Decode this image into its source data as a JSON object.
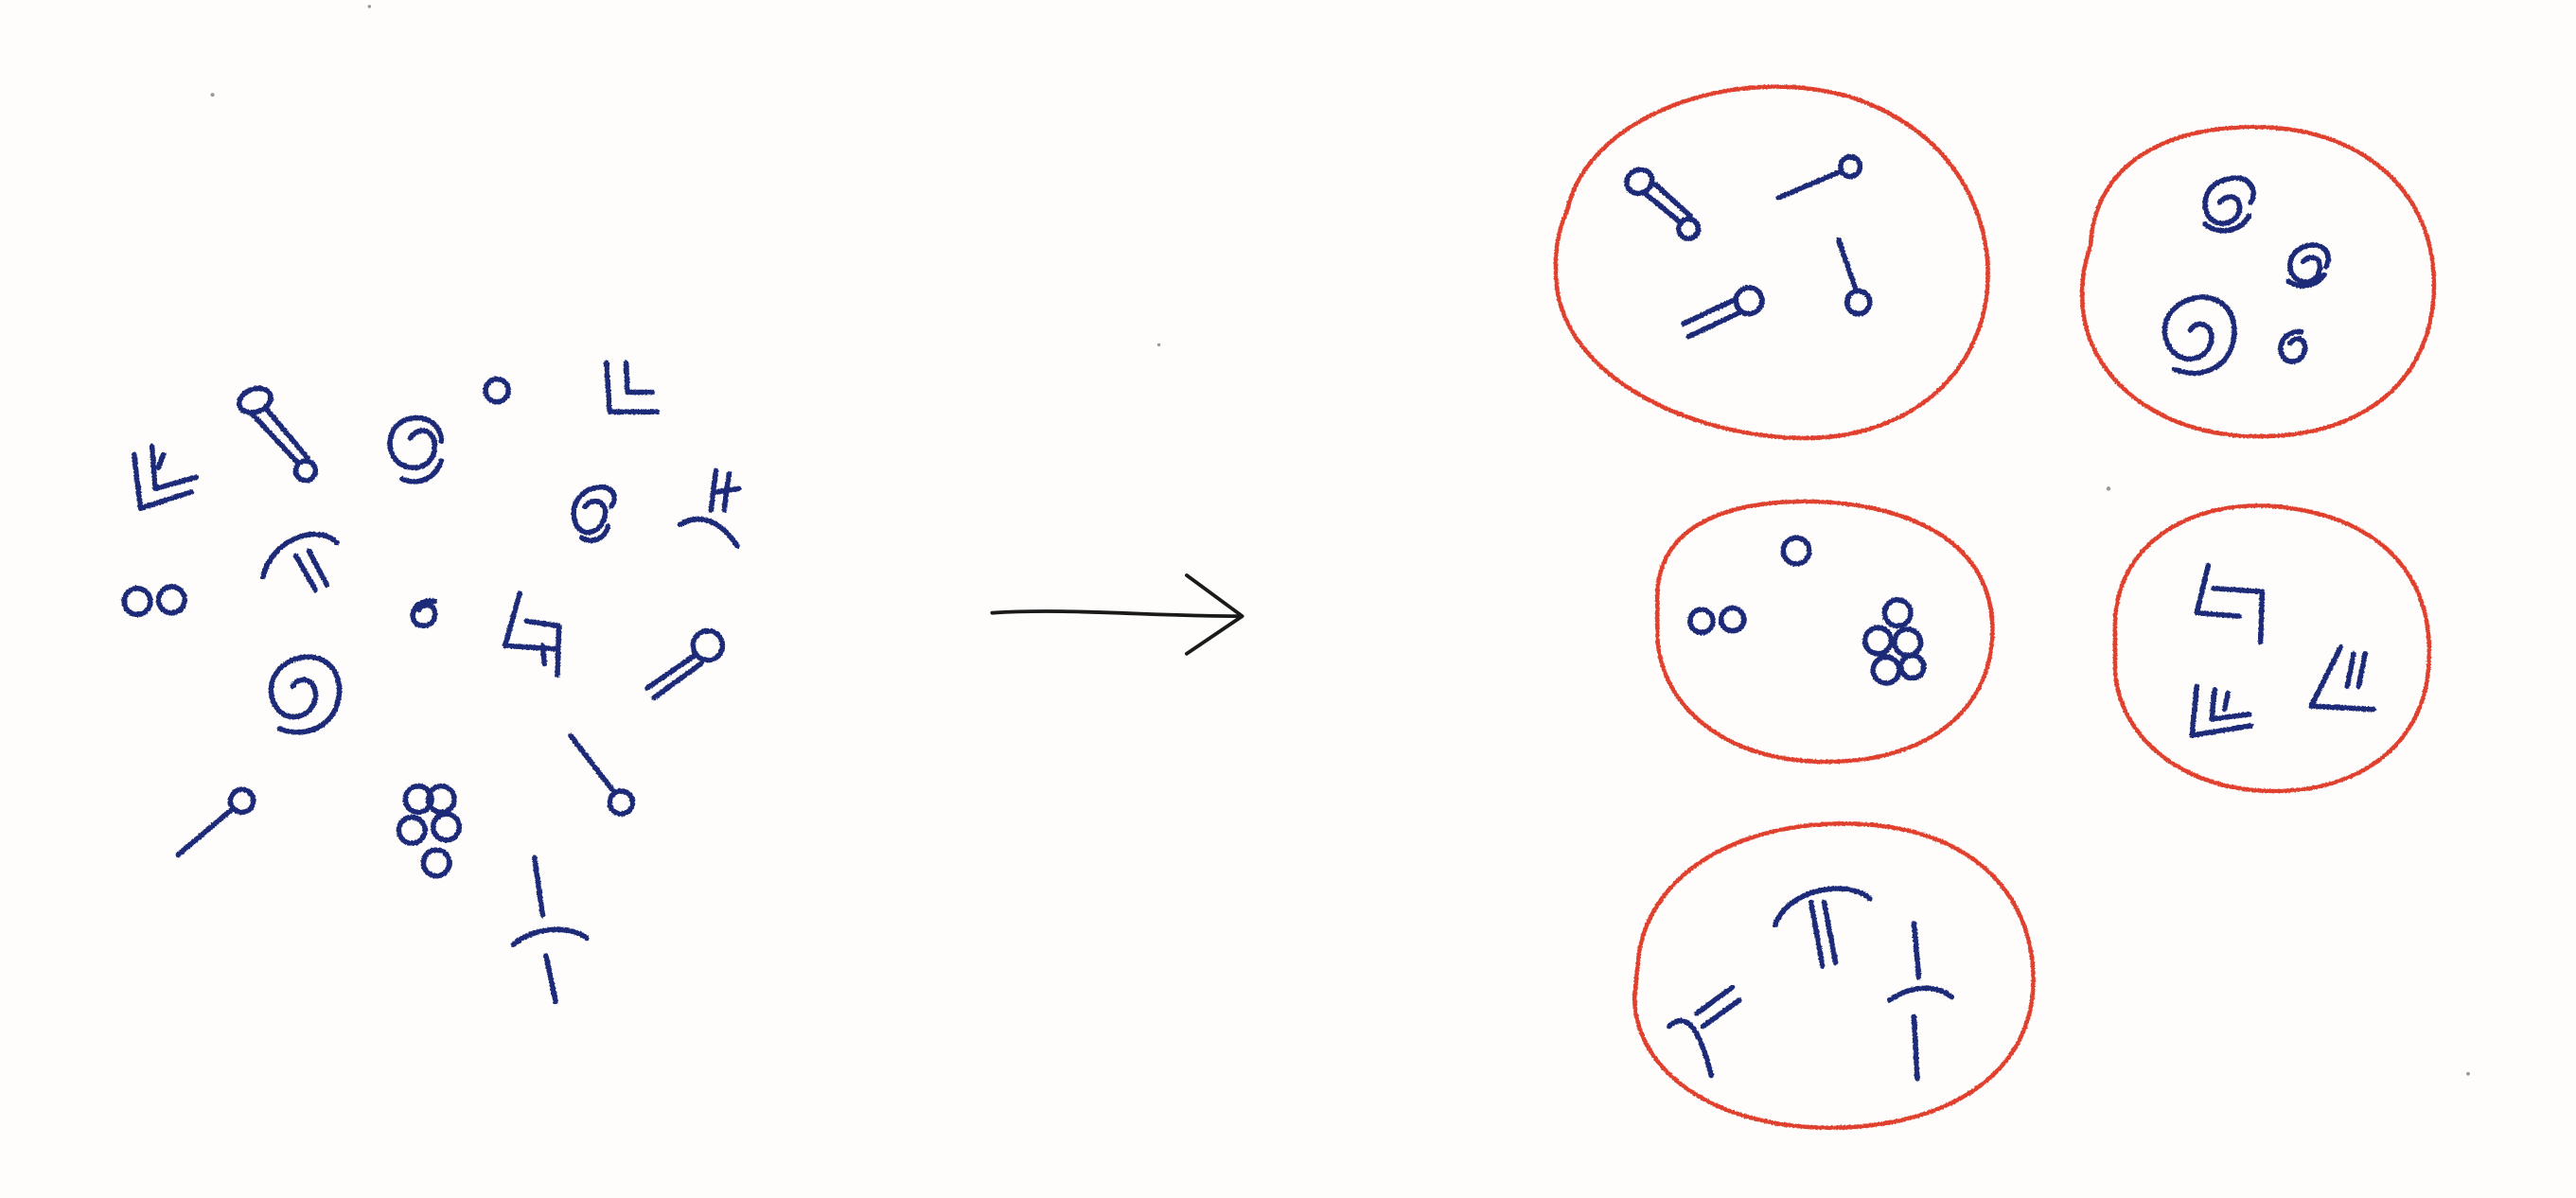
{
  "diagram": {
    "kind": "clustering-illustration",
    "text": [],
    "colors": {
      "paper": "#fefdfb",
      "ink": "#1d2a78",
      "arrow": "#1a1a1a",
      "cluster_outline": "#e0402e",
      "speck": "#9a9a9a"
    },
    "unsorted_symbols": [
      {
        "name": "pin-symbol",
        "glyph": "barbell"
      },
      {
        "name": "pin-symbol",
        "glyph": "pin"
      },
      {
        "name": "pin-symbol",
        "glyph": "pin"
      },
      {
        "name": "pin-symbol",
        "glyph": "pin-double"
      },
      {
        "name": "spiral-symbol",
        "glyph": "spiral-small"
      },
      {
        "name": "spiral-symbol",
        "glyph": "spiral-small"
      },
      {
        "name": "spiral-symbol",
        "glyph": "spiral-small"
      },
      {
        "name": "spiral-symbol",
        "glyph": "spiral-large"
      },
      {
        "name": "circle-symbol",
        "glyph": "small-circle"
      },
      {
        "name": "circle-symbol",
        "glyph": "double-circle"
      },
      {
        "name": "circle-symbol",
        "glyph": "flower"
      },
      {
        "name": "angle-symbol",
        "glyph": "corner"
      },
      {
        "name": "angle-symbol",
        "glyph": "chevron-double"
      },
      {
        "name": "angle-symbol",
        "glyph": "hook"
      },
      {
        "name": "stroke-symbol",
        "glyph": "arch"
      },
      {
        "name": "stroke-symbol",
        "glyph": "y-fork"
      },
      {
        "name": "stroke-symbol",
        "glyph": "bar-cross"
      }
    ],
    "arrow": {
      "direction": "right"
    },
    "clusters": [
      {
        "name": "cluster-pins",
        "members": [
          "barbell",
          "pin",
          "pin",
          "pin-double"
        ]
      },
      {
        "name": "cluster-spirals",
        "members": [
          "spiral-small",
          "spiral-small",
          "spiral-large",
          "spiral-small"
        ]
      },
      {
        "name": "cluster-circles",
        "members": [
          "small-circle",
          "double-circle",
          "flower"
        ]
      },
      {
        "name": "cluster-angles",
        "members": [
          "hook",
          "chevron-double",
          "corner"
        ]
      },
      {
        "name": "cluster-strokes",
        "members": [
          "y-fork",
          "arch",
          "bar-cross"
        ]
      }
    ]
  }
}
